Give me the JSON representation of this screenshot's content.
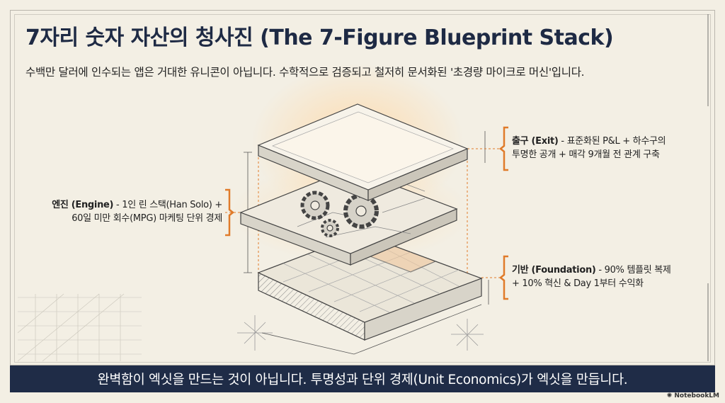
{
  "title": "7자리 숫자 자산의 청사진 (The 7-Figure Blueprint Stack)",
  "subtitle": "수백만 달러에 인수되는 앱은 거대한 유니콘이 아닙니다. 수학적으로 검증되고 철저히 문서화된 '초경량 마이크로 머신'입니다.",
  "layers": {
    "exit": {
      "heading": "출구 (Exit)",
      "line1": " - 표준화된 P&L + 하수구의",
      "line2": "투명한 공개 + 매각 9개월 전 관계 구축"
    },
    "engine": {
      "heading": "엔진 (Engine)",
      "line1": " - 1인 린 스택(Han Solo) +",
      "line2": "60일 미만 회수(MPG) 마케팅 단위 경제"
    },
    "foundation": {
      "heading": "기반 (Foundation)",
      "line1": " - 90% 템플릿 복제",
      "line2": "+ 10% 혁신 & Day 1부터 수익화"
    }
  },
  "banner": "완벽함이 엑싯을 만드는 것이 아닙니다. 투명성과 단위 경제(Unit Economics)가 엑싯을 만듭니다.",
  "watermark": "NotebookLM",
  "colors": {
    "accent": "#e07b2a",
    "navy": "#1f2c47",
    "background": "#f3efe4"
  }
}
